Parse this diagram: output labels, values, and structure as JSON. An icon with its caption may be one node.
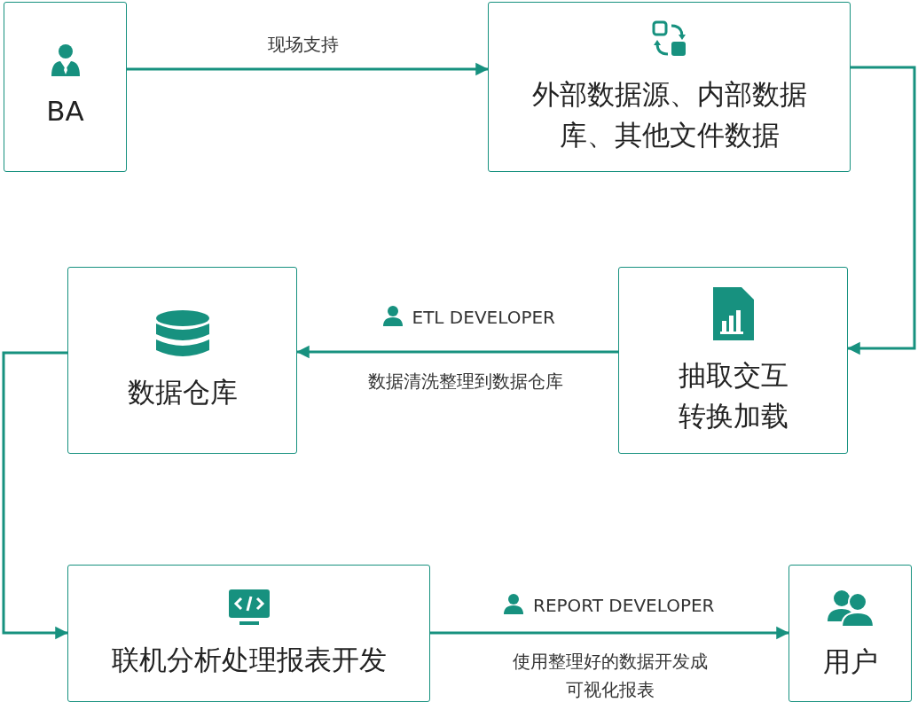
{
  "diagram": {
    "nodes": [
      {
        "text": [
          "BA"
        ]
      },
      {
        "text": [
          "外部数据源、内部数据库、其他文件数据"
        ]
      },
      {
        "text": [
          "抽取交互转换加载"
        ]
      },
      {
        "text": [
          "数据仓库"
        ]
      },
      {
        "text": [
          "联机分析处理报表开发"
        ]
      },
      {
        "text": [
          "用户"
        ]
      }
    ],
    "edges": [
      {
        "from": 0,
        "to": 1,
        "arrow": "to",
        "label": "现场支持"
      },
      {
        "from": 1,
        "to": 2,
        "arrow": "to"
      },
      {
        "from": 2,
        "to": 3,
        "arrow": "to",
        "label": "ETL DEVELOPER"
      },
      {
        "from": 3,
        "to": 4,
        "arrow": "to"
      },
      {
        "from": 4,
        "to": 5,
        "arrow": "to",
        "label": "REPORT DEVELOPER"
      }
    ],
    "labels": [
      "数据清洗整理到数据仓库",
      "使用整理好的数据开发成可视化报表"
    ]
  }
}
